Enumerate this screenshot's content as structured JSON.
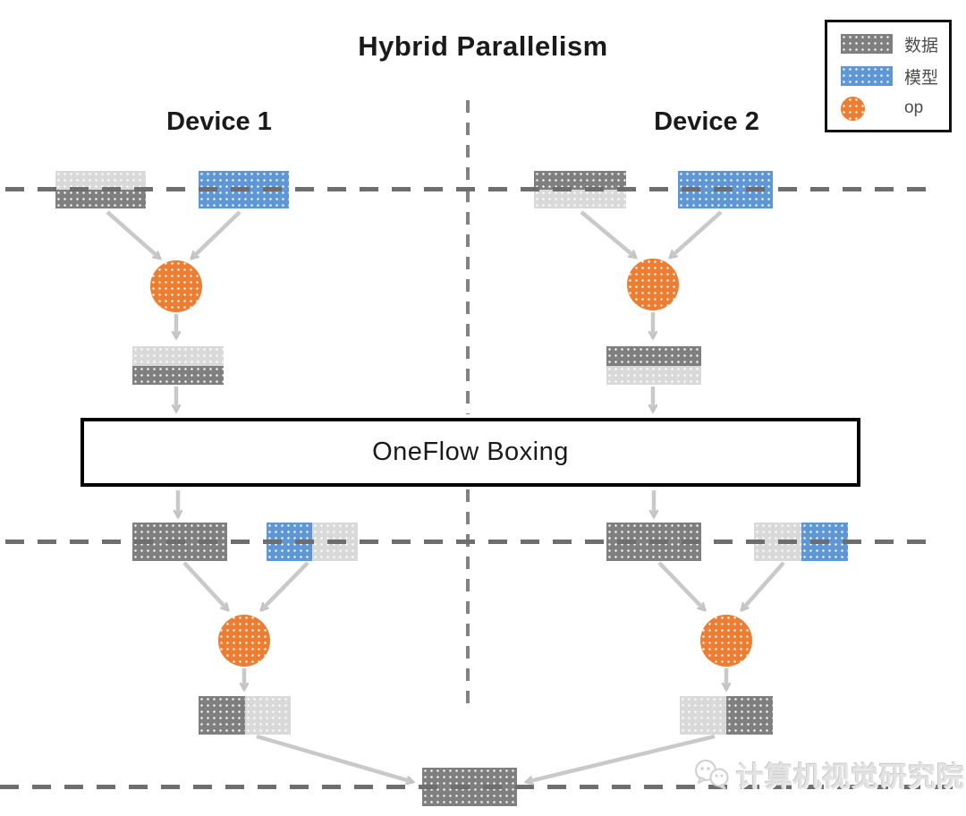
{
  "title": "Hybrid Parallelism",
  "devices": [
    {
      "label": "Device 1"
    },
    {
      "label": "Device 2"
    }
  ],
  "boxing_label": "OneFlow Boxing",
  "legend": {
    "items": [
      {
        "label": "数据",
        "type": "data-tensor",
        "color": "#7f7f7f"
      },
      {
        "label": "模型",
        "type": "model-tensor",
        "color": "#5f97d4"
      },
      {
        "label": "op",
        "type": "operator",
        "color": "#ed7d31"
      }
    ]
  },
  "colors": {
    "data": "#7f7f7f",
    "data_faded": "#d9d9d9",
    "model": "#5f97d4",
    "op": "#ed7d31",
    "arrow": "#c8c8c8",
    "dashed_line": "#6e6e6e"
  },
  "diagram": {
    "stages": [
      "input tensors split across devices (data halves + full model shards)",
      "op on each device",
      "intermediate result halves",
      "OneFlow Boxing (re-distribution)",
      "full data tensor + mixed model/data shard per device",
      "op on each device",
      "partial result shards",
      "merged output tensor on device boundary"
    ],
    "device1_blocks": [
      "data:light-top/dark-bottom",
      "model:blue",
      "op",
      "result:light-top/dark-bottom",
      "data:dark-full",
      "mixed:blue-left/light-right",
      "op",
      "result:dark-left/light-right"
    ],
    "device2_blocks": [
      "data:dark-top/light-bottom",
      "model:blue",
      "op",
      "result:dark-top/light-bottom",
      "data:dark-full",
      "mixed:light-left/blue-right",
      "op",
      "result:light-left/dark-right"
    ],
    "final_block": "data:dark-full"
  },
  "watermark": {
    "text": "计算机视觉研究院"
  }
}
